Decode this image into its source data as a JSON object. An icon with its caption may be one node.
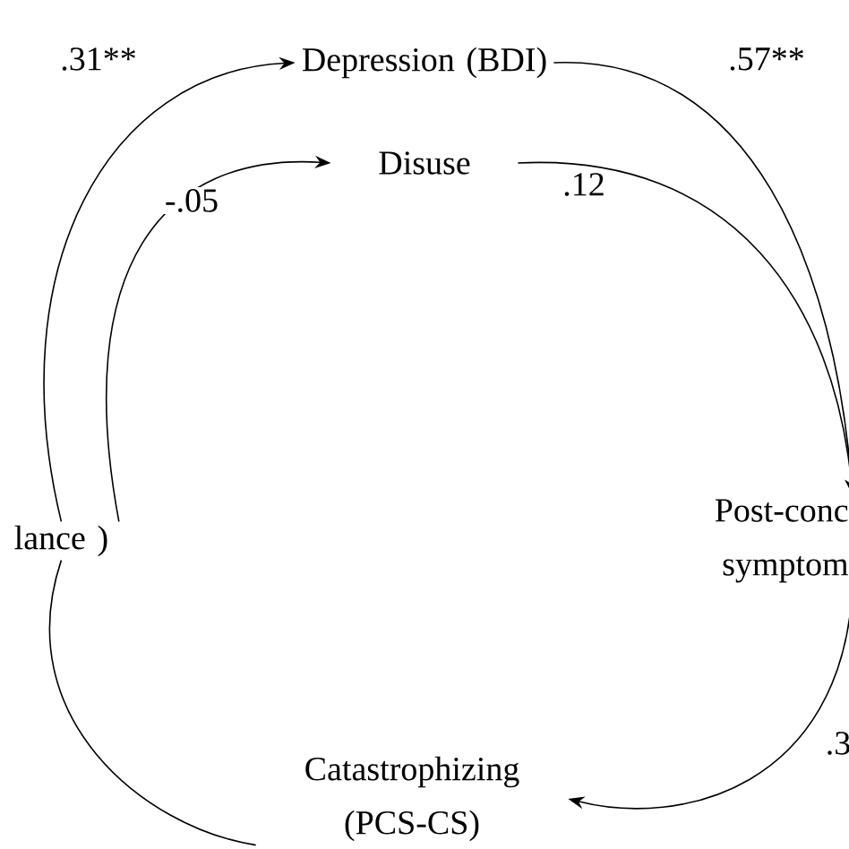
{
  "diagram": {
    "nodes": [
      {
        "text": [
          "Depression (BDI)"
        ]
      },
      {
        "text": [
          "Disuse"
        ]
      },
      {
        "text": [
          "lance )"
        ]
      },
      {
        "text": [
          "Post-conc symptom"
        ]
      },
      {
        "text": [
          "Catastrophizing (PCS-CS)"
        ]
      }
    ],
    "edges": [
      {
        "from": 2,
        "to": 0,
        "arrow": "to",
        "label": ".31**"
      },
      {
        "from": 2,
        "to": 1,
        "arrow": "to",
        "label": "-.05"
      },
      {
        "from": 0,
        "to": 3,
        "arrow": "to",
        "label": ".57**"
      },
      {
        "from": 1,
        "to": 3,
        "arrow": "to",
        "label": ".12"
      },
      {
        "from": 3,
        "to": 4,
        "arrow": "to",
        "label": ".3"
      },
      {
        "from": 4,
        "to": 2,
        "arrow": "none"
      }
    ]
  }
}
